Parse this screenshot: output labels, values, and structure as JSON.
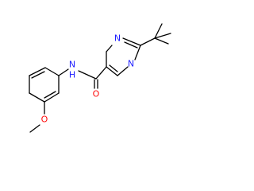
{
  "molecule": {
    "atoms": {
      "N_amide": {
        "label": "N",
        "h_label": "H",
        "color": "#1f1fff"
      },
      "O_carbonyl": {
        "label": "O",
        "color": "#ff0d0d"
      },
      "N_ring_top": {
        "label": "N",
        "color": "#1f1fff"
      },
      "N_ring_bottom": {
        "label": "N",
        "color": "#1f1fff"
      },
      "O_methoxy": {
        "label": "O",
        "color": "#ff0d0d"
      }
    },
    "bond_color": "#000000"
  }
}
